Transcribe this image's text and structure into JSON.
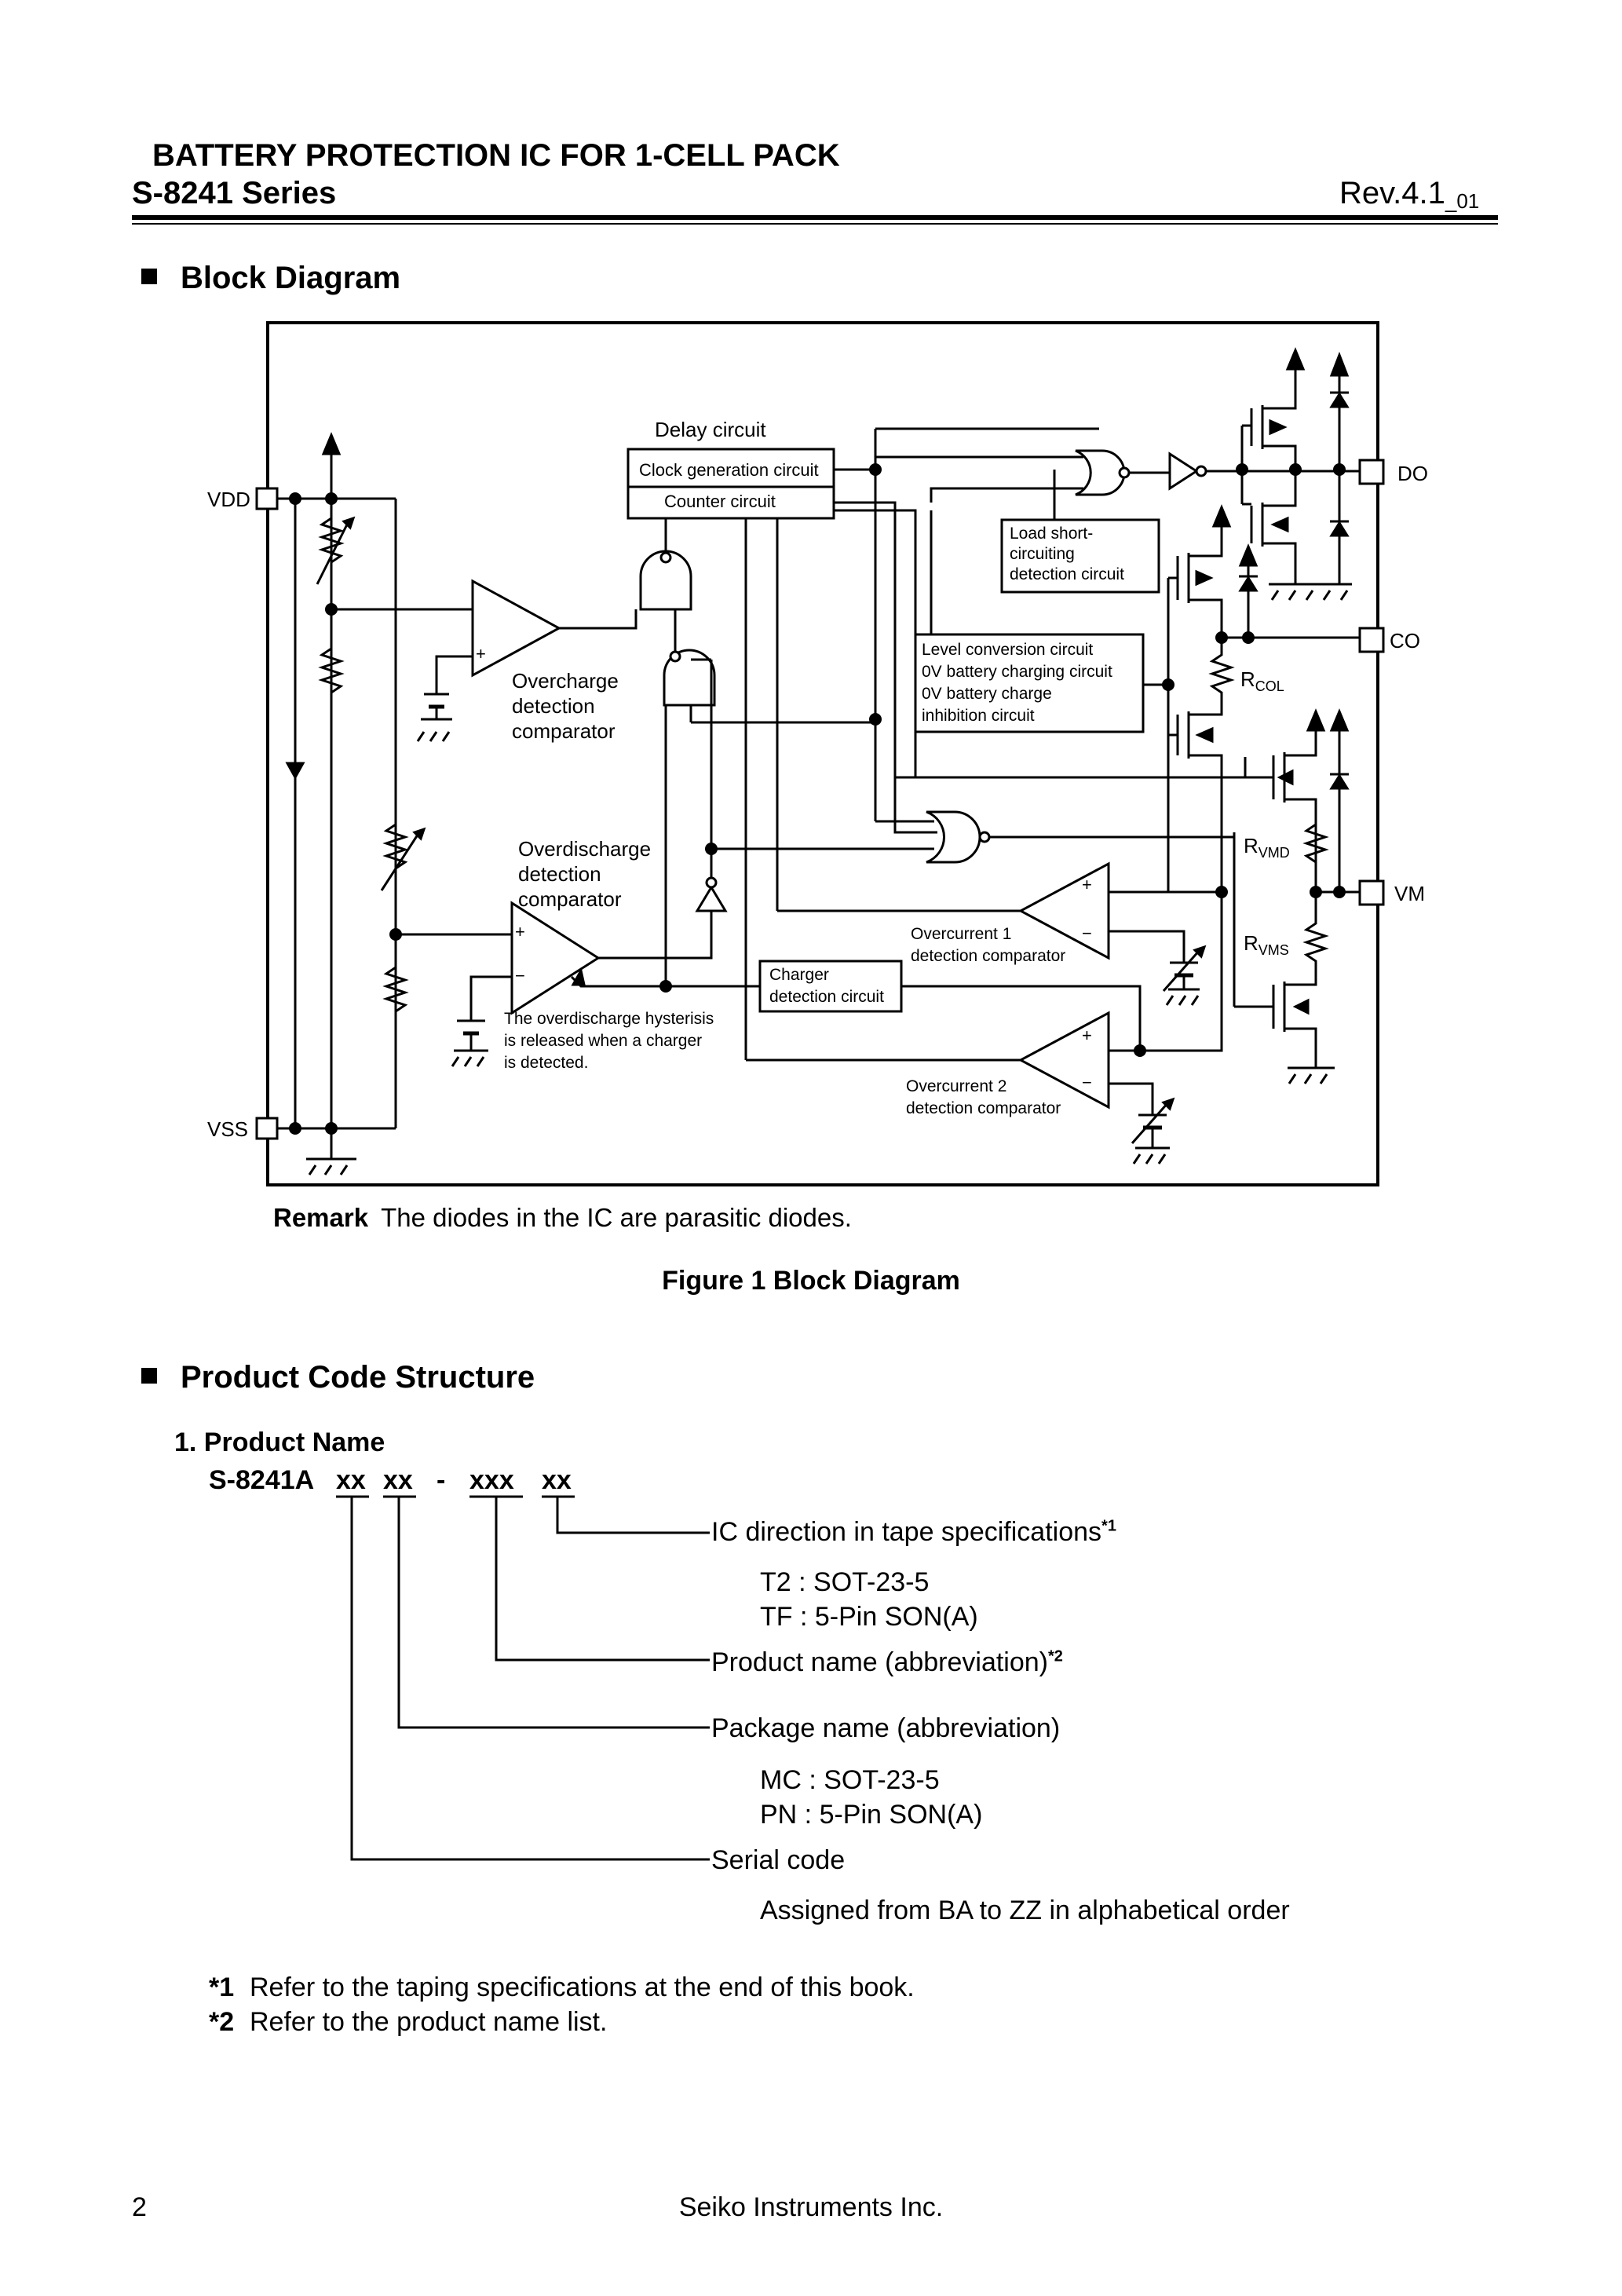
{
  "header": {
    "title": "BATTERY PROTECTION IC FOR 1-CELL PACK",
    "series": "S-8241 Series",
    "revision": "Rev.4.1",
    "revision_suffix": "_01"
  },
  "block_diagram": {
    "heading": "Block Diagram",
    "pins": {
      "vdd": "VDD",
      "vss": "VSS",
      "do": "DO",
      "co": "CO",
      "vm": "VM"
    },
    "delay_circuit": {
      "title": "Delay circuit",
      "clock": "Clock generation circuit",
      "counter": "Counter circuit"
    },
    "load_short": [
      "Load short-",
      "circuiting",
      "detection circuit"
    ],
    "level_conv": [
      "Level conversion circuit",
      "0V battery charging circuit",
      "0V battery charge",
      "inhibition circuit"
    ],
    "overcharge": [
      "Overcharge",
      "detection",
      "comparator"
    ],
    "overdischarge": [
      "Overdischarge",
      "detection",
      "comparator"
    ],
    "hysteresis_note": [
      "The overdischarge hysterisis",
      "is released when a charger",
      "is detected."
    ],
    "charger_det": [
      "Charger",
      "detection circuit"
    ],
    "overcurrent1": [
      "Overcurrent 1",
      "detection comparator"
    ],
    "overcurrent2": [
      "Overcurrent 2",
      "detection comparator"
    ],
    "rcol": {
      "main": "R",
      "sub": "COL"
    },
    "rvmd": {
      "main": "R",
      "sub": "VMD"
    },
    "rvms": {
      "main": "R",
      "sub": "VMS"
    },
    "plus": "+",
    "minus": "−",
    "remark_label": "Remark",
    "remark_text": "The diodes in the IC are parasitic diodes.",
    "figure_caption": "Figure 1  Block Diagram"
  },
  "product_code": {
    "heading": "Product Code Structure",
    "subheading": "1. Product Name",
    "code": {
      "prefix": "S-8241A",
      "f1": "xx",
      "f2": "xx",
      "dash": "-",
      "f3": "xxx",
      "f4": "xx"
    },
    "ic_direction": {
      "label": "IC direction in tape specifications",
      "mark": "*1",
      "opts": [
        "T2 :  SOT-23-5",
        "TF :  5-Pin SON(A)"
      ]
    },
    "product_abbrev": {
      "label": "Product name (abbreviation)",
      "mark": "*2"
    },
    "package": {
      "label": "Package name (abbreviation)",
      "opts": [
        "MC :  SOT-23-5",
        "PN :  5-Pin SON(A)"
      ]
    },
    "serial": {
      "label": "Serial code",
      "desc": "Assigned from BA to ZZ in alphabetical order"
    },
    "footnotes": [
      {
        "mark": "*1",
        "text": "Refer to the taping specifications at the end of this book."
      },
      {
        "mark": "*2",
        "text": "Refer to the product name list."
      }
    ]
  },
  "footer": {
    "page": "2",
    "company": "Seiko Instruments Inc."
  }
}
